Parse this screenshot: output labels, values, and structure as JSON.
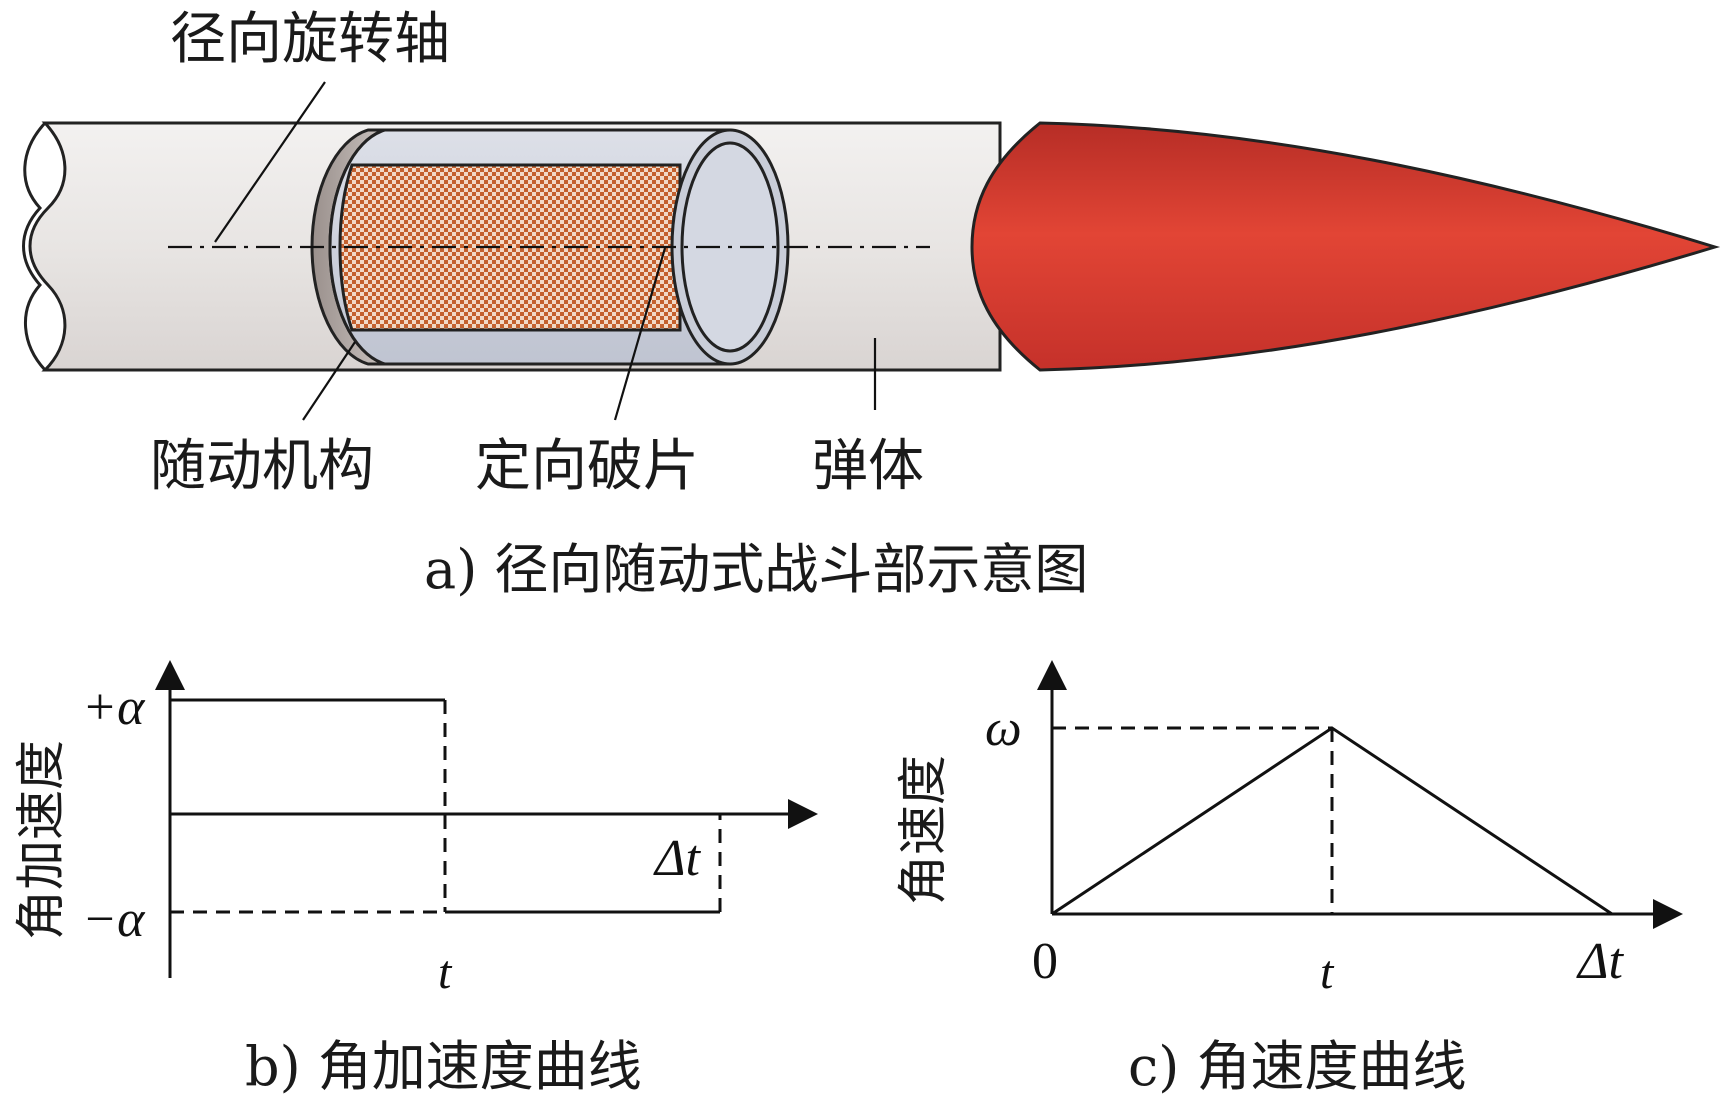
{
  "panel_a": {
    "labels": {
      "axis": "径向旋转轴",
      "servo": "随动机构",
      "fragment": "定向破片",
      "body": "弹体"
    },
    "caption": "a) 径向随动式战斗部示意图",
    "colors": {
      "tube": "#e7e3e1",
      "warhead_red": "#dd3a2f",
      "fragment_orange": "#c4602e",
      "sleeve": "#cfd3de",
      "outline": "#222222"
    }
  },
  "panel_b": {
    "ylabel": "角加速度",
    "ticks": {
      "plus": "+α",
      "minus": "−α",
      "t": "t",
      "dt": "Δt"
    },
    "caption": "b) 角加速度曲线",
    "chart_data": {
      "type": "line",
      "title": "",
      "xlabel": "",
      "ylabel": "角加速度",
      "x_ticks": [
        "t",
        "Δt"
      ],
      "y_ticks": [
        "+α",
        "−α"
      ],
      "series": [
        {
          "x": [
            0,
            1,
            1,
            2
          ],
          "y": [
            1,
            1,
            -1,
            -1
          ],
          "style": [
            "solid",
            "dashed",
            "solid"
          ]
        }
      ],
      "x_domain": [
        0,
        2
      ],
      "ylim": [
        -1,
        1
      ]
    }
  },
  "panel_c": {
    "ylabel": "角速度",
    "ticks": {
      "zero": "0",
      "omega": "ω",
      "t": "t",
      "dt": "Δt"
    },
    "caption": "c) 角速度曲线",
    "chart_data": {
      "type": "line",
      "title": "",
      "xlabel": "",
      "ylabel": "角速度",
      "x_ticks": [
        "0",
        "t",
        "Δt"
      ],
      "y_ticks": [
        "ω"
      ],
      "series": [
        {
          "x": [
            0,
            1,
            2
          ],
          "y": [
            0,
            1,
            0
          ]
        }
      ],
      "x_domain": [
        0,
        2
      ],
      "ylim": [
        0,
        1
      ]
    }
  }
}
